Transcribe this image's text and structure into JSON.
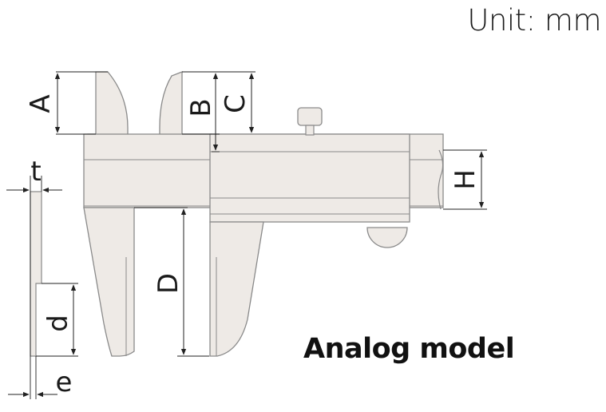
{
  "header": {
    "unit_text": "Unit: mm"
  },
  "caption": {
    "model_text": "Analog model"
  },
  "dimensions": {
    "A": "A",
    "B": "B",
    "C": "C",
    "D": "D",
    "H": "H",
    "t": "t",
    "d": "d",
    "e": "e"
  },
  "colors": {
    "body_fill": "#eeeae6",
    "outline": "#8a8a8a",
    "dim_line": "#222222"
  }
}
